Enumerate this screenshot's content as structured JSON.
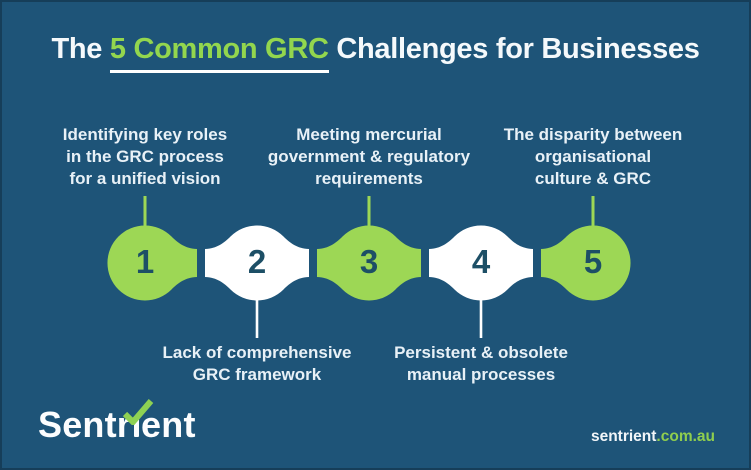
{
  "title": {
    "prefix": "The ",
    "highlight": "5 Common GRC",
    "suffix": " Challenges for Businesses"
  },
  "challenges": [
    {
      "number": "1",
      "label_position": "top",
      "node_color": "#9dd755",
      "lines": [
        "Identifying key roles",
        "in the GRC process",
        "for a unified vision"
      ]
    },
    {
      "number": "2",
      "label_position": "bottom",
      "node_color": "#ffffff",
      "lines": [
        "Lack of comprehensive",
        "GRC framework"
      ]
    },
    {
      "number": "3",
      "label_position": "top",
      "node_color": "#9dd755",
      "lines": [
        "Meeting mercurial",
        "government & regulatory",
        "requirements"
      ]
    },
    {
      "number": "4",
      "label_position": "bottom",
      "node_color": "#ffffff",
      "lines": [
        "Persistent & obsolete",
        "manual processes"
      ]
    },
    {
      "number": "5",
      "label_position": "top",
      "node_color": "#9dd755",
      "lines": [
        "The disparity between",
        "organisational",
        "culture & GRC"
      ]
    }
  ],
  "footer": {
    "logo_full": "Sentrient",
    "logo_part1": "Sentr",
    "logo_part2": "ent",
    "check_icon": "green-checkmark",
    "website_prefix": "sentrient",
    "website_suffix": ".com.au"
  },
  "colors": {
    "background": "#1e5478",
    "accent_green": "#9dd755",
    "title_green": "#93d64e",
    "node_white": "#ffffff",
    "number_text": "#1d4f66",
    "title_underline": "#ffffff",
    "label_text": "#e8f1f7"
  }
}
